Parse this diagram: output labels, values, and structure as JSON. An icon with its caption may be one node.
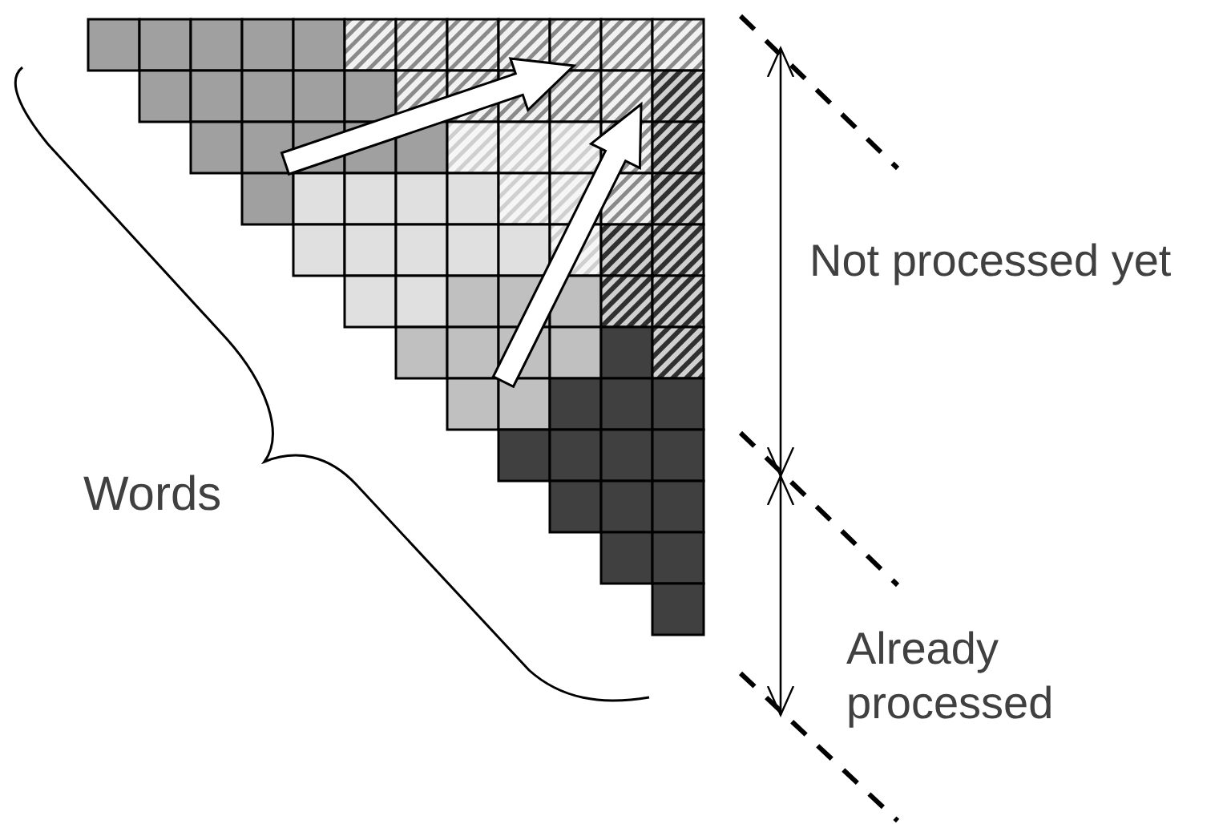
{
  "diagram": {
    "labels": [
      "Words",
      "Not processed yet",
      "Already processed"
    ]
  }
}
